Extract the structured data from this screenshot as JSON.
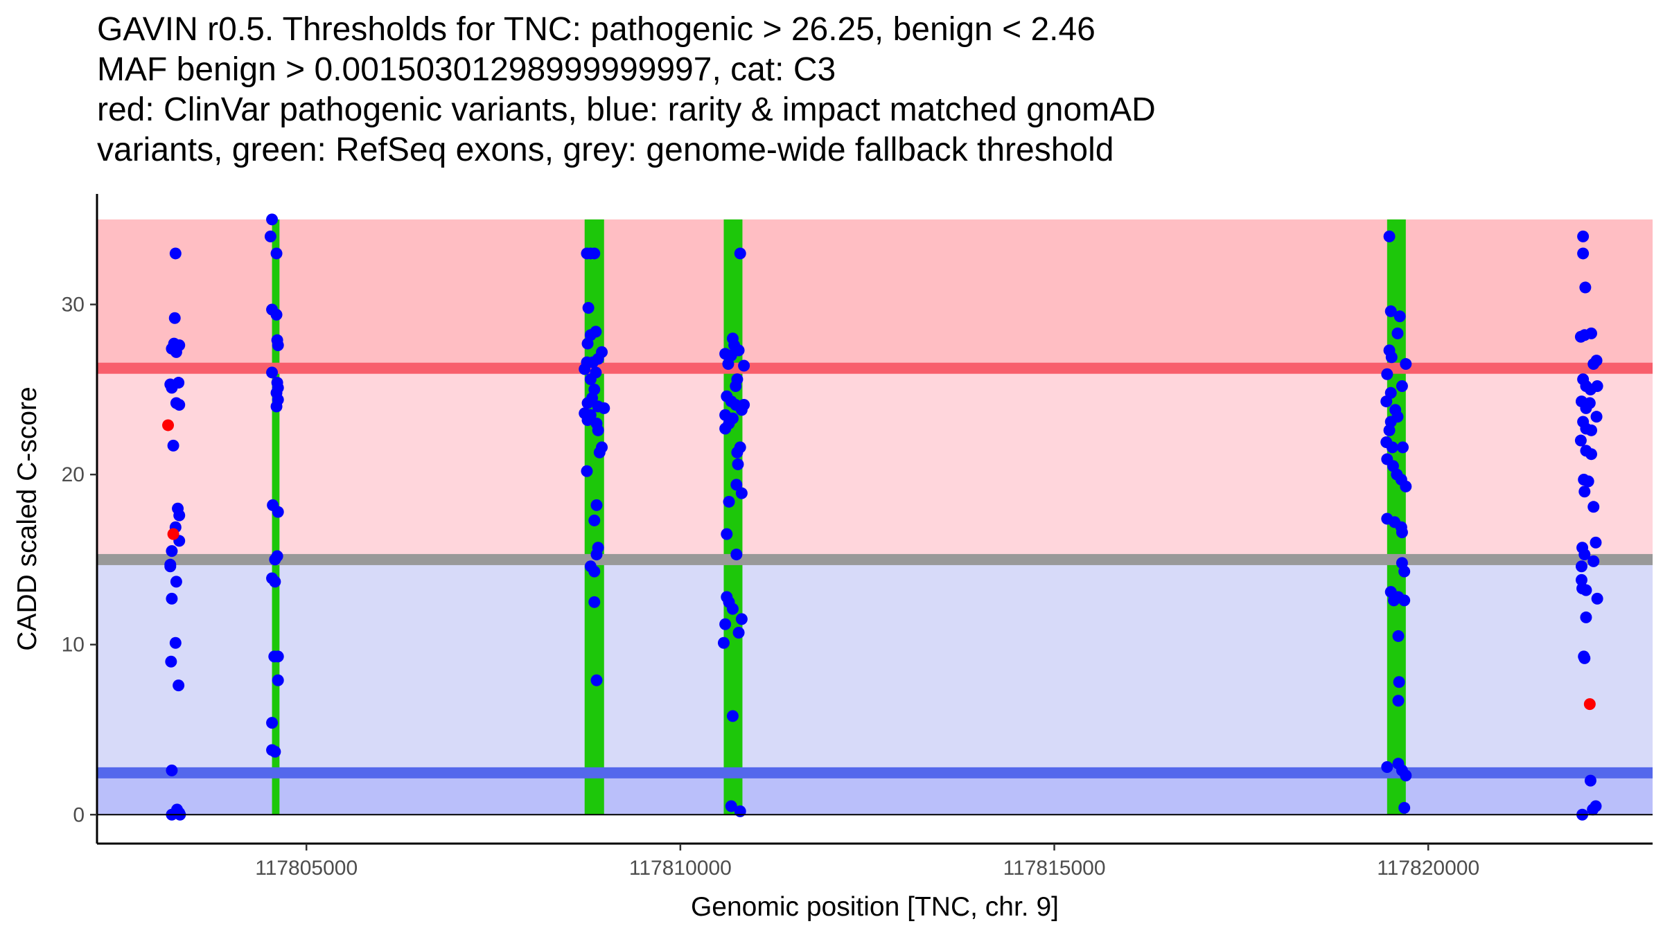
{
  "chart_data": {
    "type": "scatter",
    "title": "GAVIN r0.5. Thresholds for TNC: pathogenic > 26.25, benign < 2.46\nMAF benign > 0.00150301298999999997, cat: C3\nred: ClinVar pathogenic variants, blue: rarity & impact matched gnomAD\nvariants, green: RefSeq exons, grey: genome-wide fallback threshold",
    "xlabel": "Genomic position [TNC, chr. 9]",
    "ylabel": "CADD scaled C-score",
    "xlim": [
      117802200,
      117823000
    ],
    "ylim": [
      -1.7,
      36.5
    ],
    "x_ticks": [
      117805000,
      117810000,
      117815000,
      117820000
    ],
    "x_tick_labels": [
      "117805000",
      "117810000",
      "117815000",
      "117820000"
    ],
    "y_ticks": [
      0,
      10,
      20,
      30
    ],
    "y_tick_labels": [
      "0",
      "10",
      "20",
      "30"
    ],
    "grid": false,
    "colors": {
      "pathogenic_zone": "#ffbec3",
      "intermediate_zone": "#ffd6dc",
      "benign_zone": "#d7daf9",
      "benign_low_zone": "#babffa",
      "pathogenic_threshold": "#f85f6c",
      "benign_threshold": "#5468ec",
      "fallback_threshold": "#999999",
      "exon": "#1dc70a",
      "gnomad_point": "#0000ff",
      "clinvar_point": "#ff0000"
    },
    "zones": [
      {
        "name": "pathogenic",
        "y_from": 26.25,
        "y_to": 35
      },
      {
        "name": "intermediate",
        "y_from": 15.0,
        "y_to": 26.25
      },
      {
        "name": "benign-candidate",
        "y_from": 2.46,
        "y_to": 15.0
      },
      {
        "name": "benign",
        "y_from": 0,
        "y_to": 2.46
      }
    ],
    "thresholds": [
      {
        "name": "pathogenic",
        "y": 26.25
      },
      {
        "name": "fallback",
        "y": 15.0
      },
      {
        "name": "benign",
        "y": 2.46
      }
    ],
    "exons": [
      {
        "start": 117804540,
        "end": 117804640
      },
      {
        "start": 117808720,
        "end": 117808980
      },
      {
        "start": 117810580,
        "end": 117810830
      },
      {
        "start": 117819450,
        "end": 117819700
      }
    ],
    "series": [
      {
        "name": "gnomAD",
        "points": [
          [
            117803250,
            33
          ],
          [
            117803200,
            27.4
          ],
          [
            117803300,
            27.6
          ],
          [
            117803230,
            27.7
          ],
          [
            117803260,
            27.2
          ],
          [
            117803240,
            29.2
          ],
          [
            117803180,
            25.3
          ],
          [
            117803290,
            25.4
          ],
          [
            117803200,
            25.1
          ],
          [
            117803260,
            24.2
          ],
          [
            117803300,
            24.1
          ],
          [
            117803220,
            21.7
          ],
          [
            117803280,
            18.0
          ],
          [
            117803300,
            17.6
          ],
          [
            117803250,
            16.9
          ],
          [
            117803300,
            16.1
          ],
          [
            117803200,
            15.5
          ],
          [
            117803180,
            14.6
          ],
          [
            117803180,
            14.7
          ],
          [
            117803260,
            13.7
          ],
          [
            117803200,
            12.7
          ],
          [
            117803250,
            10.1
          ],
          [
            117803190,
            9.0
          ],
          [
            117803290,
            7.6
          ],
          [
            117803200,
            2.6
          ],
          [
            117803200,
            0.0
          ],
          [
            117803300,
            0.1
          ],
          [
            117803270,
            0.3
          ],
          [
            117803310,
            0.0
          ],
          [
            117804540,
            35.0
          ],
          [
            117804520,
            34.0
          ],
          [
            117804600,
            33.0
          ],
          [
            117804540,
            29.7
          ],
          [
            117804600,
            29.4
          ],
          [
            117804610,
            27.9
          ],
          [
            117804620,
            27.6
          ],
          [
            117804540,
            26.0
          ],
          [
            117804610,
            25.4
          ],
          [
            117804620,
            25.1
          ],
          [
            117804600,
            24.8
          ],
          [
            117804620,
            24.4
          ],
          [
            117804600,
            24.0
          ],
          [
            117804550,
            18.2
          ],
          [
            117804620,
            17.8
          ],
          [
            117804610,
            15.2
          ],
          [
            117804580,
            15.0
          ],
          [
            117804540,
            13.9
          ],
          [
            117804580,
            13.7
          ],
          [
            117804570,
            9.3
          ],
          [
            117804620,
            9.3
          ],
          [
            117804620,
            7.9
          ],
          [
            117804540,
            5.4
          ],
          [
            117804540,
            3.8
          ],
          [
            117804580,
            3.7
          ],
          [
            117808750,
            33.0
          ],
          [
            117808850,
            33.0
          ],
          [
            117808800,
            33.0
          ],
          [
            117808770,
            29.8
          ],
          [
            117808800,
            28.2
          ],
          [
            117808870,
            28.4
          ],
          [
            117808760,
            27.7
          ],
          [
            117808950,
            27.2
          ],
          [
            117808900,
            26.8
          ],
          [
            117808750,
            26.6
          ],
          [
            117808830,
            26.6
          ],
          [
            117808720,
            26.2
          ],
          [
            117808870,
            26.0
          ],
          [
            117808800,
            25.6
          ],
          [
            117808850,
            25.0
          ],
          [
            117808820,
            24.5
          ],
          [
            117808760,
            24.2
          ],
          [
            117808900,
            24.0
          ],
          [
            117808980,
            23.9
          ],
          [
            117808720,
            23.6
          ],
          [
            117808800,
            23.5
          ],
          [
            117808760,
            23.2
          ],
          [
            117808880,
            23.0
          ],
          [
            117808900,
            22.6
          ],
          [
            117808950,
            21.6
          ],
          [
            117808920,
            21.3
          ],
          [
            117808750,
            20.2
          ],
          [
            117808880,
            18.2
          ],
          [
            117808850,
            17.3
          ],
          [
            117808900,
            15.7
          ],
          [
            117808880,
            15.3
          ],
          [
            117808800,
            14.6
          ],
          [
            117808850,
            14.3
          ],
          [
            117808850,
            12.5
          ],
          [
            117808880,
            7.9
          ],
          [
            117810800,
            33.0
          ],
          [
            117810700,
            28.0
          ],
          [
            117810720,
            27.6
          ],
          [
            117810780,
            27.3
          ],
          [
            117810600,
            27.1
          ],
          [
            117810680,
            27.0
          ],
          [
            117810640,
            26.5
          ],
          [
            117810850,
            26.4
          ],
          [
            117810760,
            25.6
          ],
          [
            117810740,
            25.2
          ],
          [
            117810620,
            24.6
          ],
          [
            117810680,
            24.3
          ],
          [
            117810740,
            24.1
          ],
          [
            117810850,
            24.1
          ],
          [
            117810820,
            23.8
          ],
          [
            117810600,
            23.5
          ],
          [
            117810700,
            23.3
          ],
          [
            117810650,
            23.0
          ],
          [
            117810600,
            22.7
          ],
          [
            117810800,
            21.6
          ],
          [
            117810760,
            21.3
          ],
          [
            117810770,
            20.6
          ],
          [
            117810750,
            19.4
          ],
          [
            117810820,
            18.9
          ],
          [
            117810650,
            18.4
          ],
          [
            117810620,
            16.5
          ],
          [
            117810750,
            15.3
          ],
          [
            117810620,
            12.8
          ],
          [
            117810650,
            12.5
          ],
          [
            117810700,
            12.1
          ],
          [
            117810820,
            11.5
          ],
          [
            117810600,
            11.2
          ],
          [
            117810780,
            10.7
          ],
          [
            117810580,
            10.1
          ],
          [
            117810700,
            5.8
          ],
          [
            117810680,
            0.5
          ],
          [
            117810800,
            0.2
          ],
          [
            117819480,
            34.0
          ],
          [
            117819500,
            29.6
          ],
          [
            117819620,
            29.3
          ],
          [
            117819590,
            28.3
          ],
          [
            117819480,
            27.3
          ],
          [
            117819510,
            26.9
          ],
          [
            117819700,
            26.5
          ],
          [
            117819450,
            25.9
          ],
          [
            117819650,
            25.2
          ],
          [
            117819500,
            24.8
          ],
          [
            117819440,
            24.3
          ],
          [
            117819560,
            23.8
          ],
          [
            117819590,
            23.4
          ],
          [
            117819500,
            23.1
          ],
          [
            117819480,
            22.6
          ],
          [
            117819440,
            21.9
          ],
          [
            117819520,
            21.6
          ],
          [
            117819660,
            21.6
          ],
          [
            117819450,
            20.9
          ],
          [
            117819530,
            20.5
          ],
          [
            117819580,
            20.0
          ],
          [
            117819640,
            19.7
          ],
          [
            117819700,
            19.3
          ],
          [
            117819450,
            17.4
          ],
          [
            117819550,
            17.2
          ],
          [
            117819640,
            16.9
          ],
          [
            117819650,
            16.6
          ],
          [
            117819650,
            14.8
          ],
          [
            117819680,
            14.3
          ],
          [
            117819500,
            13.1
          ],
          [
            117819600,
            12.8
          ],
          [
            117819540,
            12.6
          ],
          [
            117819680,
            12.6
          ],
          [
            117819600,
            10.5
          ],
          [
            117819610,
            7.8
          ],
          [
            117819600,
            6.7
          ],
          [
            117819450,
            2.8
          ],
          [
            117819600,
            3.0
          ],
          [
            117819650,
            2.6
          ],
          [
            117819700,
            2.3
          ],
          [
            117819680,
            0.4
          ],
          [
            117822070,
            34.0
          ],
          [
            117822070,
            33.0
          ],
          [
            117822100,
            31.0
          ],
          [
            117822180,
            28.3
          ],
          [
            117822040,
            28.1
          ],
          [
            117822090,
            28.2
          ],
          [
            117822250,
            26.7
          ],
          [
            117822210,
            26.5
          ],
          [
            117822070,
            25.6
          ],
          [
            117822110,
            25.2
          ],
          [
            117822170,
            25.0
          ],
          [
            117822260,
            25.2
          ],
          [
            117822050,
            24.3
          ],
          [
            117822160,
            24.2
          ],
          [
            117822110,
            23.9
          ],
          [
            117822250,
            23.4
          ],
          [
            117822070,
            23.1
          ],
          [
            117822110,
            22.7
          ],
          [
            117822180,
            22.6
          ],
          [
            117822040,
            22.0
          ],
          [
            117822110,
            21.4
          ],
          [
            117822180,
            21.2
          ],
          [
            117822080,
            19.7
          ],
          [
            117822140,
            19.6
          ],
          [
            117822090,
            19.0
          ],
          [
            117822210,
            18.1
          ],
          [
            117822240,
            16.0
          ],
          [
            117822060,
            15.7
          ],
          [
            117822090,
            15.3
          ],
          [
            117822210,
            14.9
          ],
          [
            117822050,
            14.6
          ],
          [
            117822050,
            13.8
          ],
          [
            117822060,
            13.3
          ],
          [
            117822110,
            13.2
          ],
          [
            117822260,
            12.7
          ],
          [
            117822110,
            11.6
          ],
          [
            117822080,
            9.3
          ],
          [
            117822090,
            9.2
          ],
          [
            117822170,
            2.0
          ],
          [
            117822060,
            0.0
          ],
          [
            117822240,
            0.5
          ],
          [
            117822200,
            0.3
          ]
        ]
      },
      {
        "name": "ClinVar",
        "points": [
          [
            117803150,
            22.9
          ],
          [
            117803220,
            16.5
          ],
          [
            117822160,
            6.5
          ]
        ]
      }
    ]
  }
}
